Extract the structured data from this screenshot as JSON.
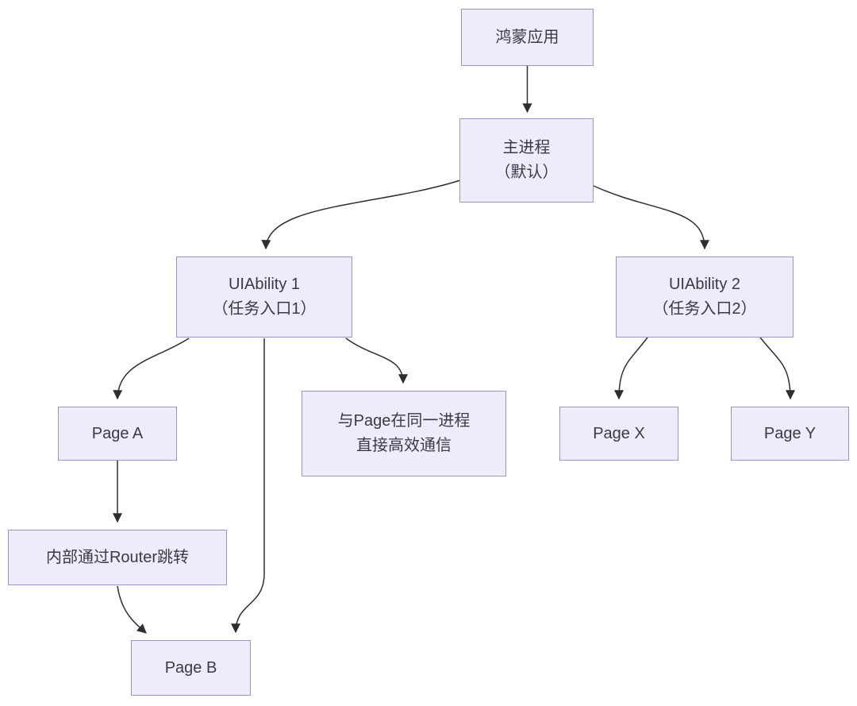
{
  "diagram": {
    "title": "HarmonyOS application process / ability structure",
    "colors": {
      "background": "#ffffff",
      "node_fill": "#edecfa",
      "node_border": "#9b95c5",
      "node_text": "#3a3a44",
      "arrow": "#2e2e2e"
    },
    "nodes": [
      {
        "id": "app",
        "label": "鸿蒙应用"
      },
      {
        "id": "main",
        "label": "主进程\n（默认）"
      },
      {
        "id": "ua1",
        "label": "UIAbility 1\n（任务入口1）"
      },
      {
        "id": "ua2",
        "label": "UIAbility 2\n（任务入口2）"
      },
      {
        "id": "pageA",
        "label": "Page A"
      },
      {
        "id": "comm",
        "label": "与Page在同一进程\n直接高效通信"
      },
      {
        "id": "pageX",
        "label": "Page X"
      },
      {
        "id": "pageY",
        "label": "Page Y"
      },
      {
        "id": "router",
        "label": "内部通过Router跳转"
      },
      {
        "id": "pageB",
        "label": "Page B"
      }
    ],
    "edges": [
      {
        "from": "app",
        "to": "main"
      },
      {
        "from": "main",
        "to": "ua1"
      },
      {
        "from": "main",
        "to": "ua2"
      },
      {
        "from": "ua1",
        "to": "pageA"
      },
      {
        "from": "ua1",
        "to": "pageB"
      },
      {
        "from": "ua1",
        "to": "comm"
      },
      {
        "from": "pageA",
        "to": "router"
      },
      {
        "from": "router",
        "to": "pageB"
      },
      {
        "from": "ua2",
        "to": "pageX"
      },
      {
        "from": "ua2",
        "to": "pageY"
      }
    ]
  }
}
